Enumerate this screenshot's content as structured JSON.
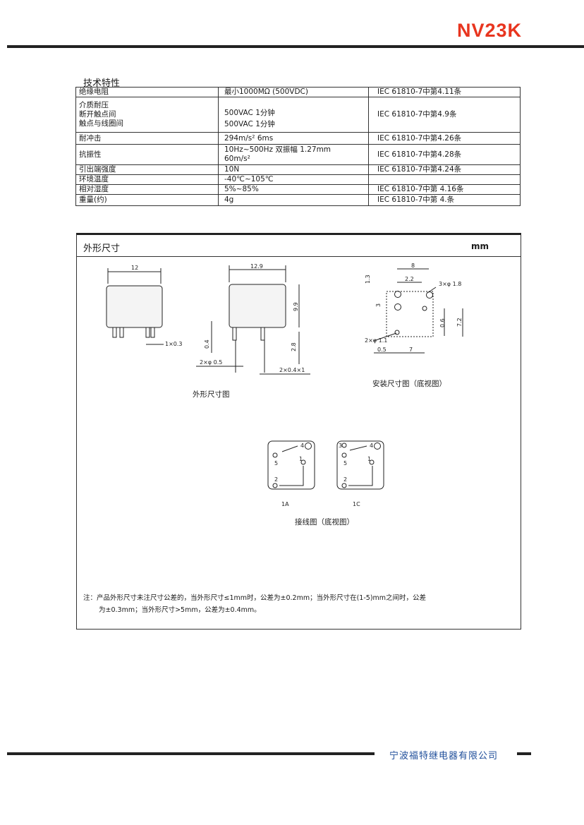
{
  "header": {
    "model": "NV23K"
  },
  "spec": {
    "title": "技术特性",
    "rows": [
      {
        "item": [
          "绝缘电阻"
        ],
        "value": [
          "最小1000MΩ (500VDC)"
        ],
        "std": "IEC 61810-7中第4.11条"
      },
      {
        "item": [
          "介质耐压",
          "断开触点间",
          "触点与线圈间"
        ],
        "value": [
          "500VAC 1分钟",
          "500VAC 1分钟"
        ],
        "std": "IEC 61810-7中第4.9条"
      },
      {
        "item": [
          "耐冲击"
        ],
        "value": [
          "294m/s² 6ms"
        ],
        "std": "IEC 61810-7中第4.26条"
      },
      {
        "item": [
          "抗振性"
        ],
        "value": [
          "10Hz~500Hz 双振幅 1.27mm",
          "60m/s²"
        ],
        "std": "IEC 61810-7中第4.28条"
      },
      {
        "item": [
          "引出端强度"
        ],
        "value": [
          "10N"
        ],
        "std": "IEC 61810-7中第4.24条"
      },
      {
        "item": [
          "环境温度"
        ],
        "value": [
          "-40℃~105℃"
        ],
        "std": ""
      },
      {
        "item": [
          "相对湿度"
        ],
        "value": [
          "5%~85%"
        ],
        "std": "IEC 61810-7中第 4.16条"
      },
      {
        "item": [
          "重量(约)"
        ],
        "value": [
          "4g"
        ],
        "std": "IEC 61810-7中第 4.条"
      }
    ]
  },
  "dimensions": {
    "title": "外形尺寸",
    "unit": "mm",
    "outline_caption": "外形尺寸图",
    "mount_caption": "安装尺寸图（底视图）",
    "wiring_caption": "接线图（底视图）",
    "outline_labels": {
      "w1": "12",
      "w2": "12.9",
      "h": "9.9",
      "pin_len": "2.8",
      "pin_w": "1×0.3",
      "t1": "0.4",
      "holes": "2×φ 0.5",
      "pins": "2×0.4×1"
    },
    "mount_labels": {
      "d8": "8",
      "d22": "2.2",
      "d13": "1.3",
      "d3": "3",
      "h18": "3×φ 1.8",
      "d06": "0.6",
      "d72": "7.2",
      "h11": "2×φ 1.1",
      "d05": "0.5",
      "d7": "7"
    },
    "wiring": {
      "a": {
        "name": "1A",
        "pins": [
          "4",
          "5",
          "1",
          "2"
        ]
      },
      "c": {
        "name": "1C",
        "pins": [
          "3",
          "4",
          "5",
          "1",
          "2"
        ]
      }
    },
    "note_line1": "注：产品外形尺寸未注尺寸公差的，当外形尺寸≤1mm时，公差为±0.2mm；当外形尺寸在(1-5)mm之间时，公差",
    "note_line2": "为±0.3mm；当外形尺寸>5mm，公差为±0.4mm。"
  },
  "footer": {
    "company": "宁波福特继电器有限公司"
  }
}
